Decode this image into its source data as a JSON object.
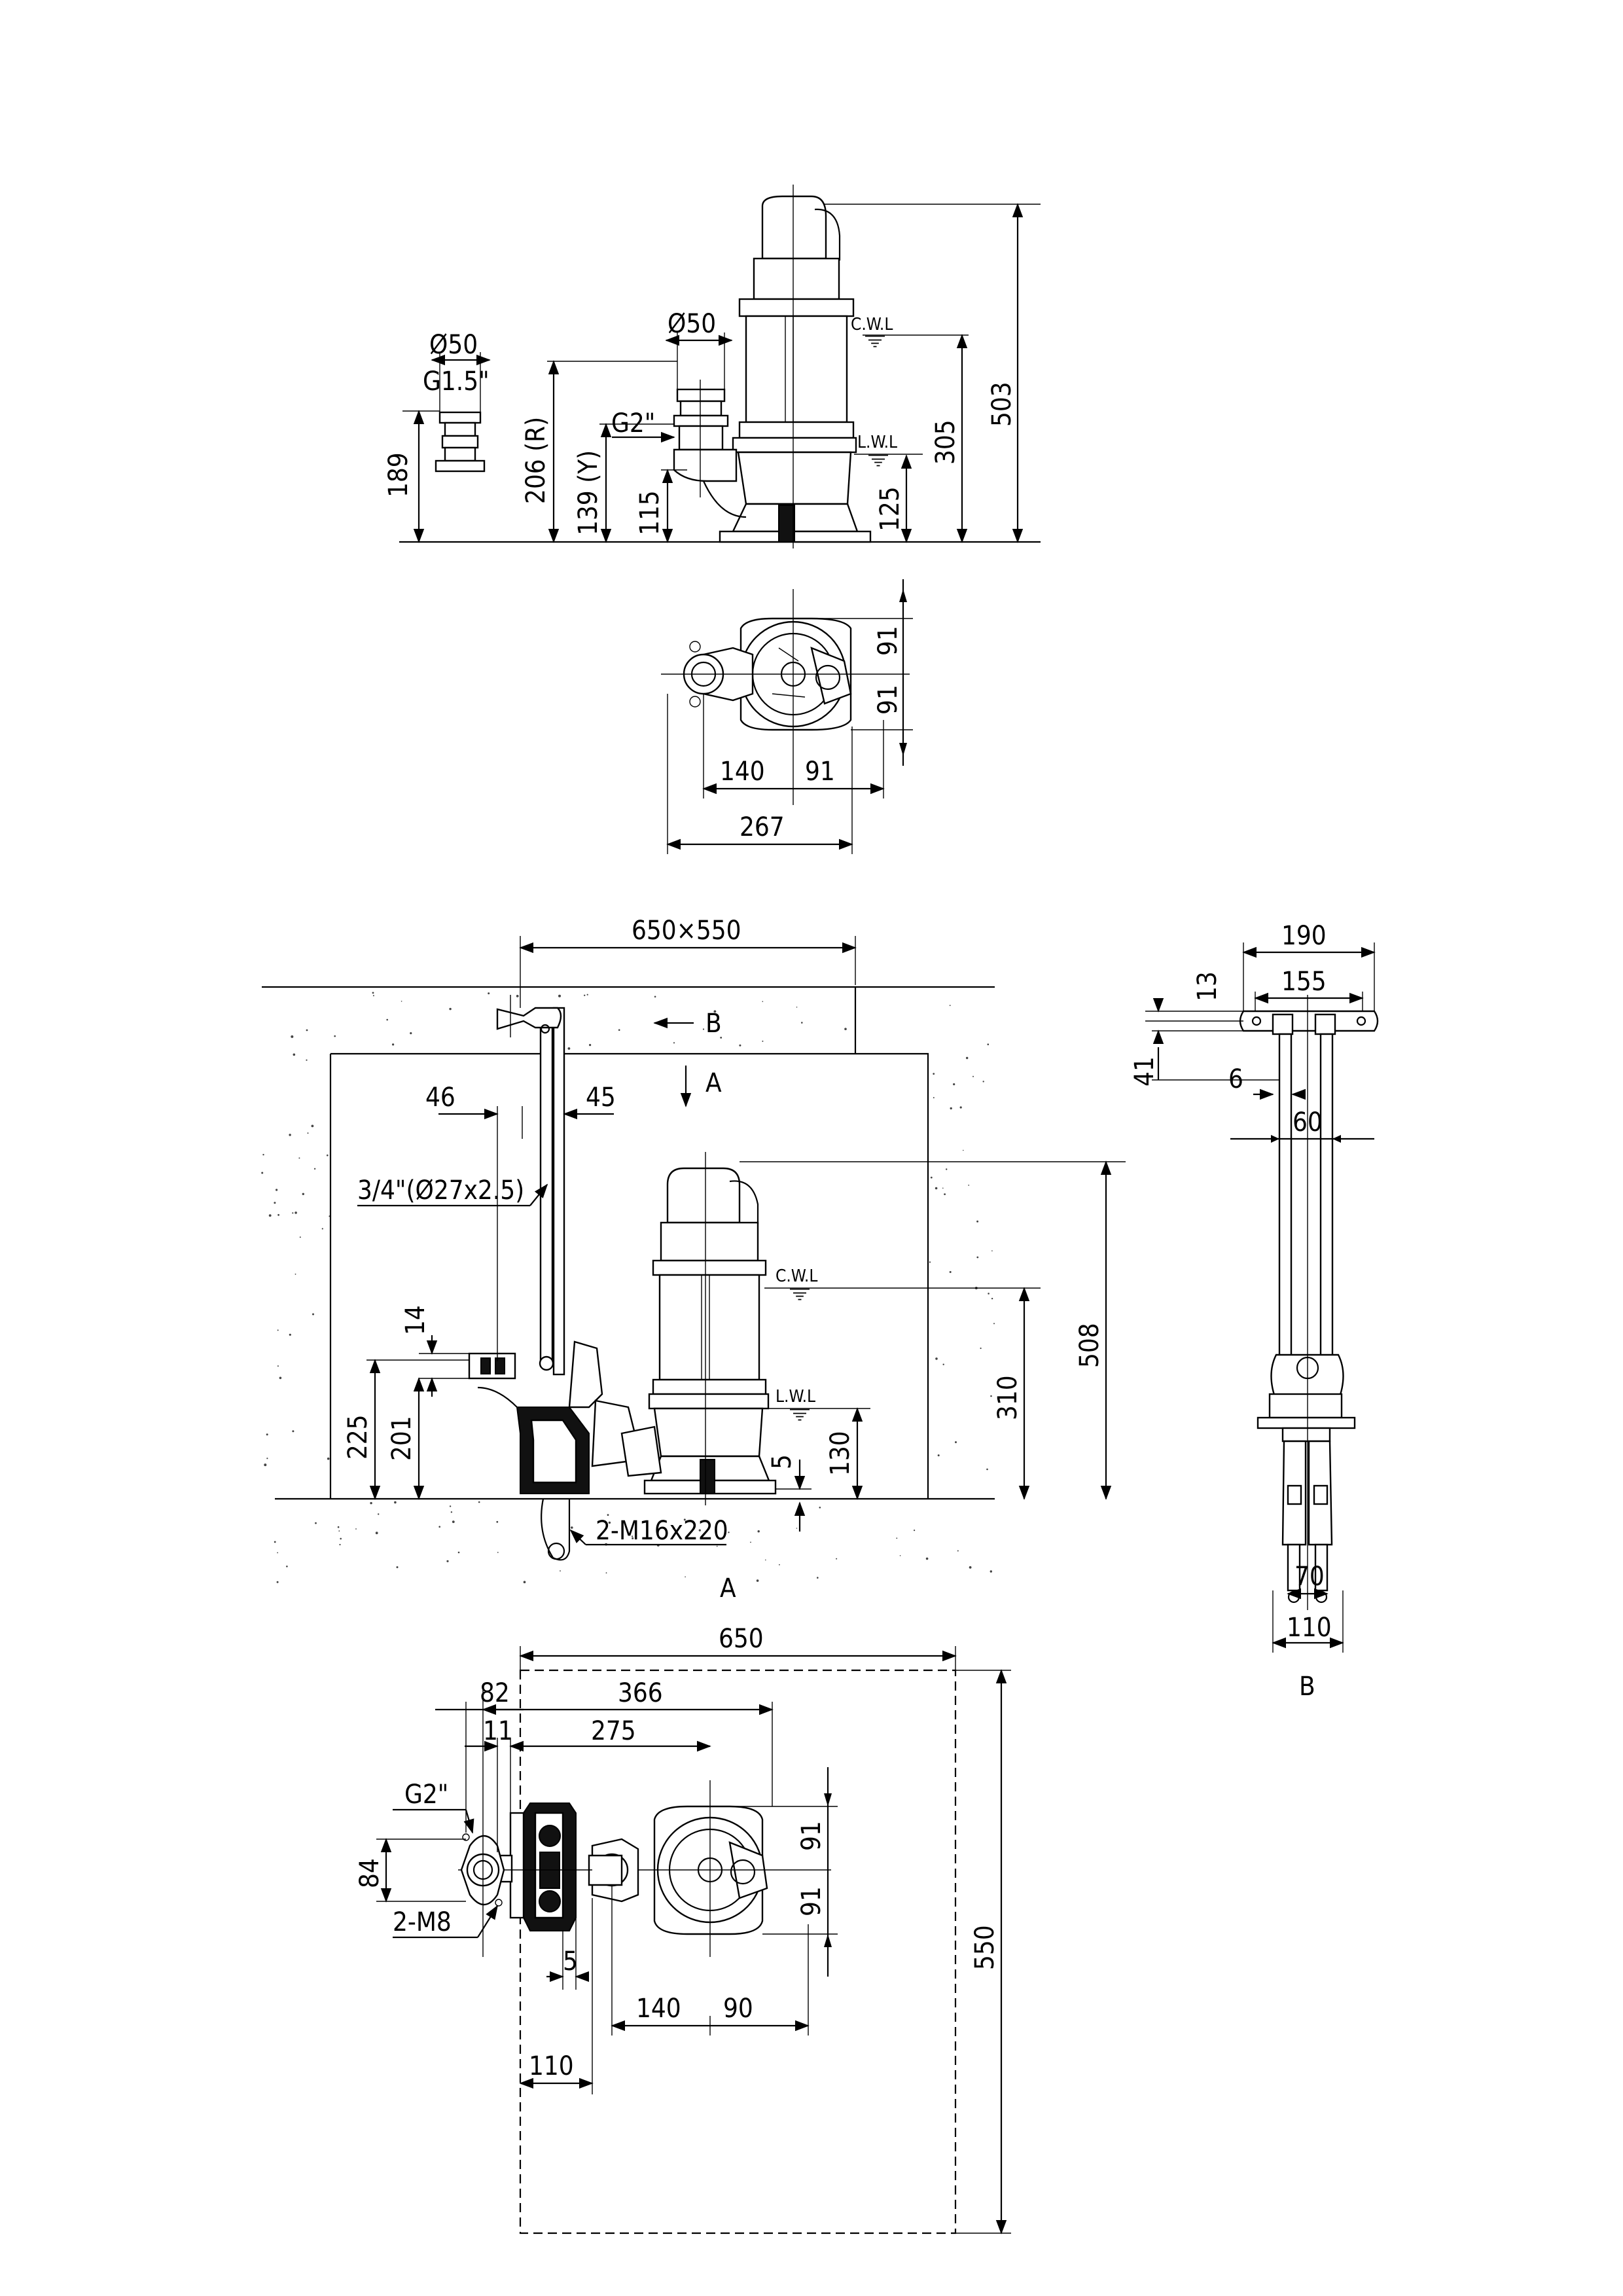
{
  "view1": {
    "fitting_diameter": "Ø50",
    "fitting_thread": "G1.5\"",
    "outlet_diameter": "Ø50",
    "outlet_thread": "G2\"",
    "cwl": "C.W.L",
    "lwl": "L.W.L",
    "dims": {
      "h189": "189",
      "h206r": "206 (R)",
      "h139y": "139 (Y)",
      "h115": "115",
      "h125": "125",
      "h305": "305",
      "h503": "503"
    }
  },
  "view2": {
    "dims": {
      "v91_top": "91",
      "v91_bot": "91",
      "h140": "140",
      "h91": "91",
      "h267": "267"
    }
  },
  "view3": {
    "pit": "650×550",
    "arrow_b": "B",
    "arrow_a": "A",
    "section_a": "A",
    "pipe": "3/4\"(Ø27x2.5)",
    "bolts": "2-M16x220",
    "cwl": "C.W.L",
    "lwl": "L.W.L",
    "dims": {
      "d46": "46",
      "d45": "45",
      "d14": "14",
      "d225": "225",
      "d201": "201",
      "d310": "310",
      "d508": "508",
      "d5": "5",
      "d130": "130"
    }
  },
  "view4": {
    "label": "B",
    "dims": {
      "d190": "190",
      "d155": "155",
      "d13": "13",
      "d41": "41",
      "d6": "6",
      "d60": "60",
      "d70": "70",
      "d110": "110"
    }
  },
  "view5": {
    "thread": "G2\"",
    "bolts": "2-M8",
    "dims": {
      "d650": "650",
      "d550": "550",
      "d82": "82",
      "d366": "366",
      "d11": "11",
      "d275": "275",
      "d84": "84",
      "d91a": "91",
      "d91b": "91",
      "d5": "5",
      "d140": "140",
      "d90": "90",
      "d110": "110"
    }
  }
}
